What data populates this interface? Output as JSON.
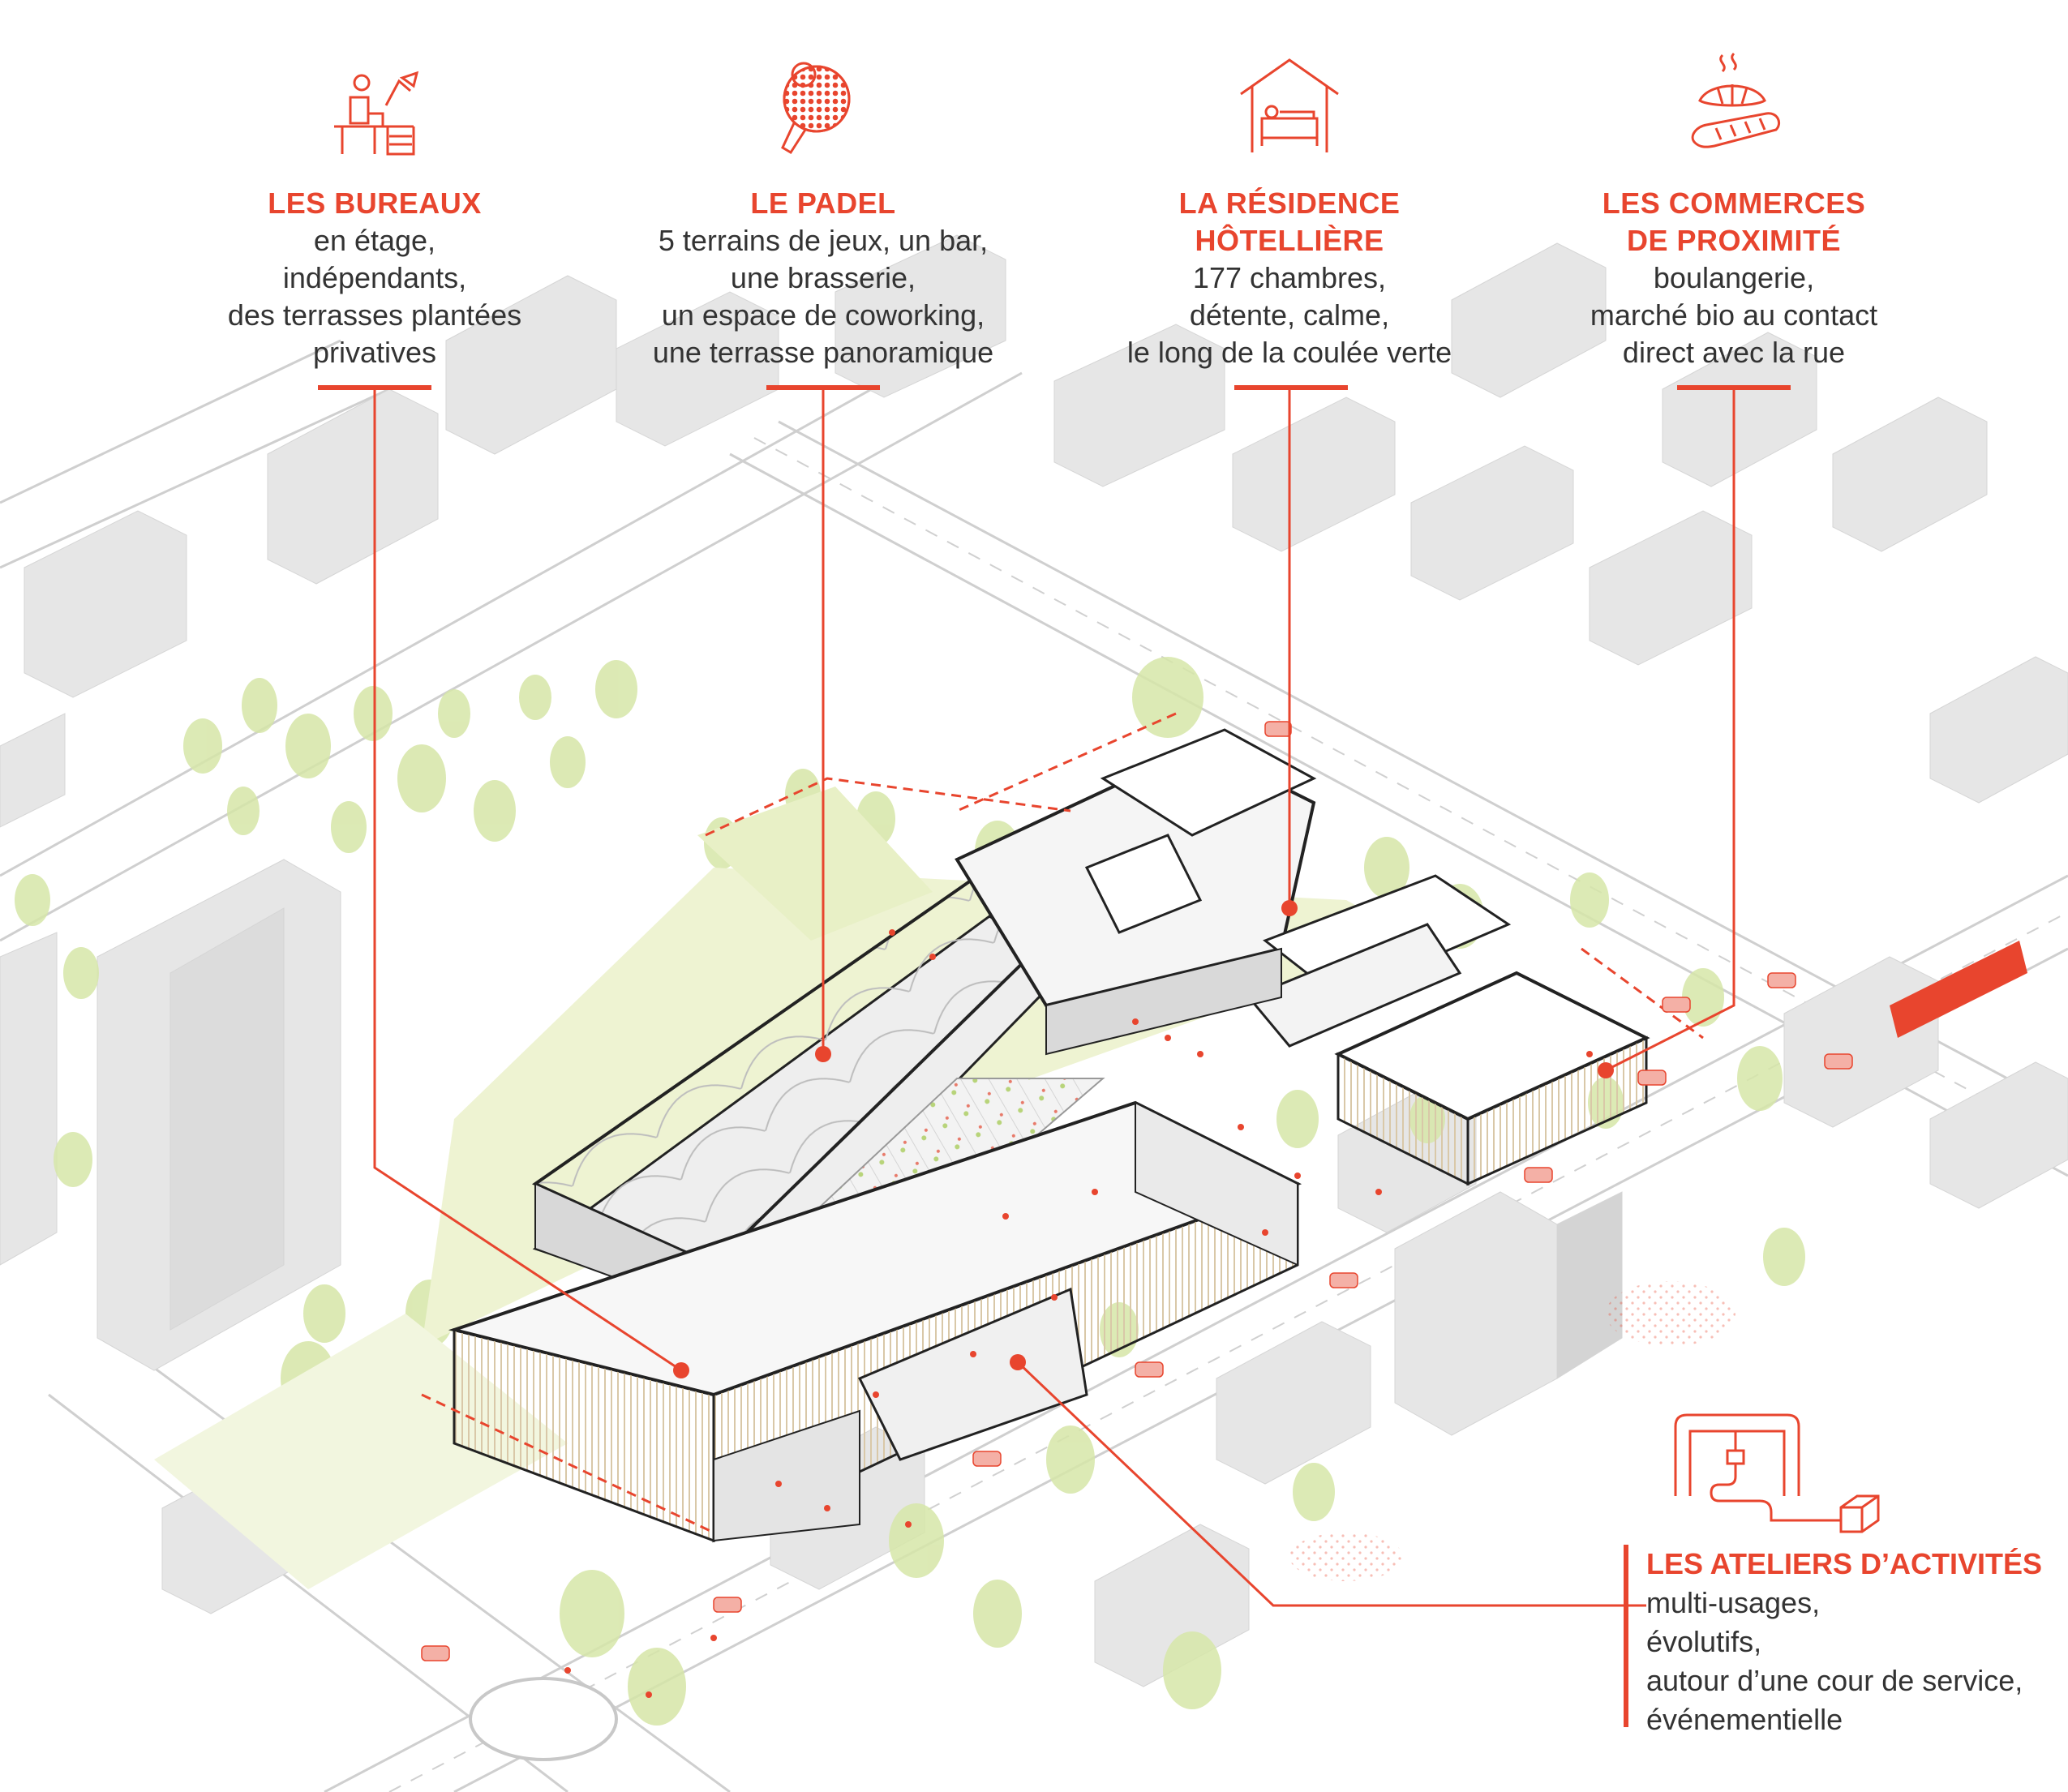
{
  "colors": {
    "accent": "#e8452e",
    "text": "#333333",
    "building": "#e6e6e6",
    "tree": "#d6e6a8",
    "site_ground": "#eef3d2"
  },
  "programs": [
    {
      "icon": "office-desk-icon",
      "title": [
        "LES BUREAUX"
      ],
      "desc": [
        "en étage,",
        "indépendants,",
        "des terrasses plantées",
        "privatives"
      ]
    },
    {
      "icon": "padel-racket-icon",
      "title": [
        "LE PADEL"
      ],
      "desc": [
        "5 terrains de jeux, un bar,",
        "une brasserie,",
        "un espace de coworking,",
        "une terrasse panoramique"
      ]
    },
    {
      "icon": "hotel-bed-icon",
      "title": [
        "LA RÉSIDENCE",
        "HÔTELLIÈRE"
      ],
      "desc": [
        "177 chambres,",
        "détente, calme,",
        "le long de la coulée verte"
      ]
    },
    {
      "icon": "bakery-croissant-icon",
      "title": [
        "LES COMMERCES",
        "DE PROXIMITÉ"
      ],
      "desc": [
        "boulangerie,",
        "marché bio au contact",
        "direct avec la rue"
      ]
    }
  ],
  "ateliers": {
    "icon": "workshop-crane-icon",
    "title": "LES ATELIERS D’ACTIVITÉS",
    "desc": [
      "multi-usages,",
      "évolutifs,",
      "autour d’une cour de service,",
      "événementielle"
    ]
  }
}
